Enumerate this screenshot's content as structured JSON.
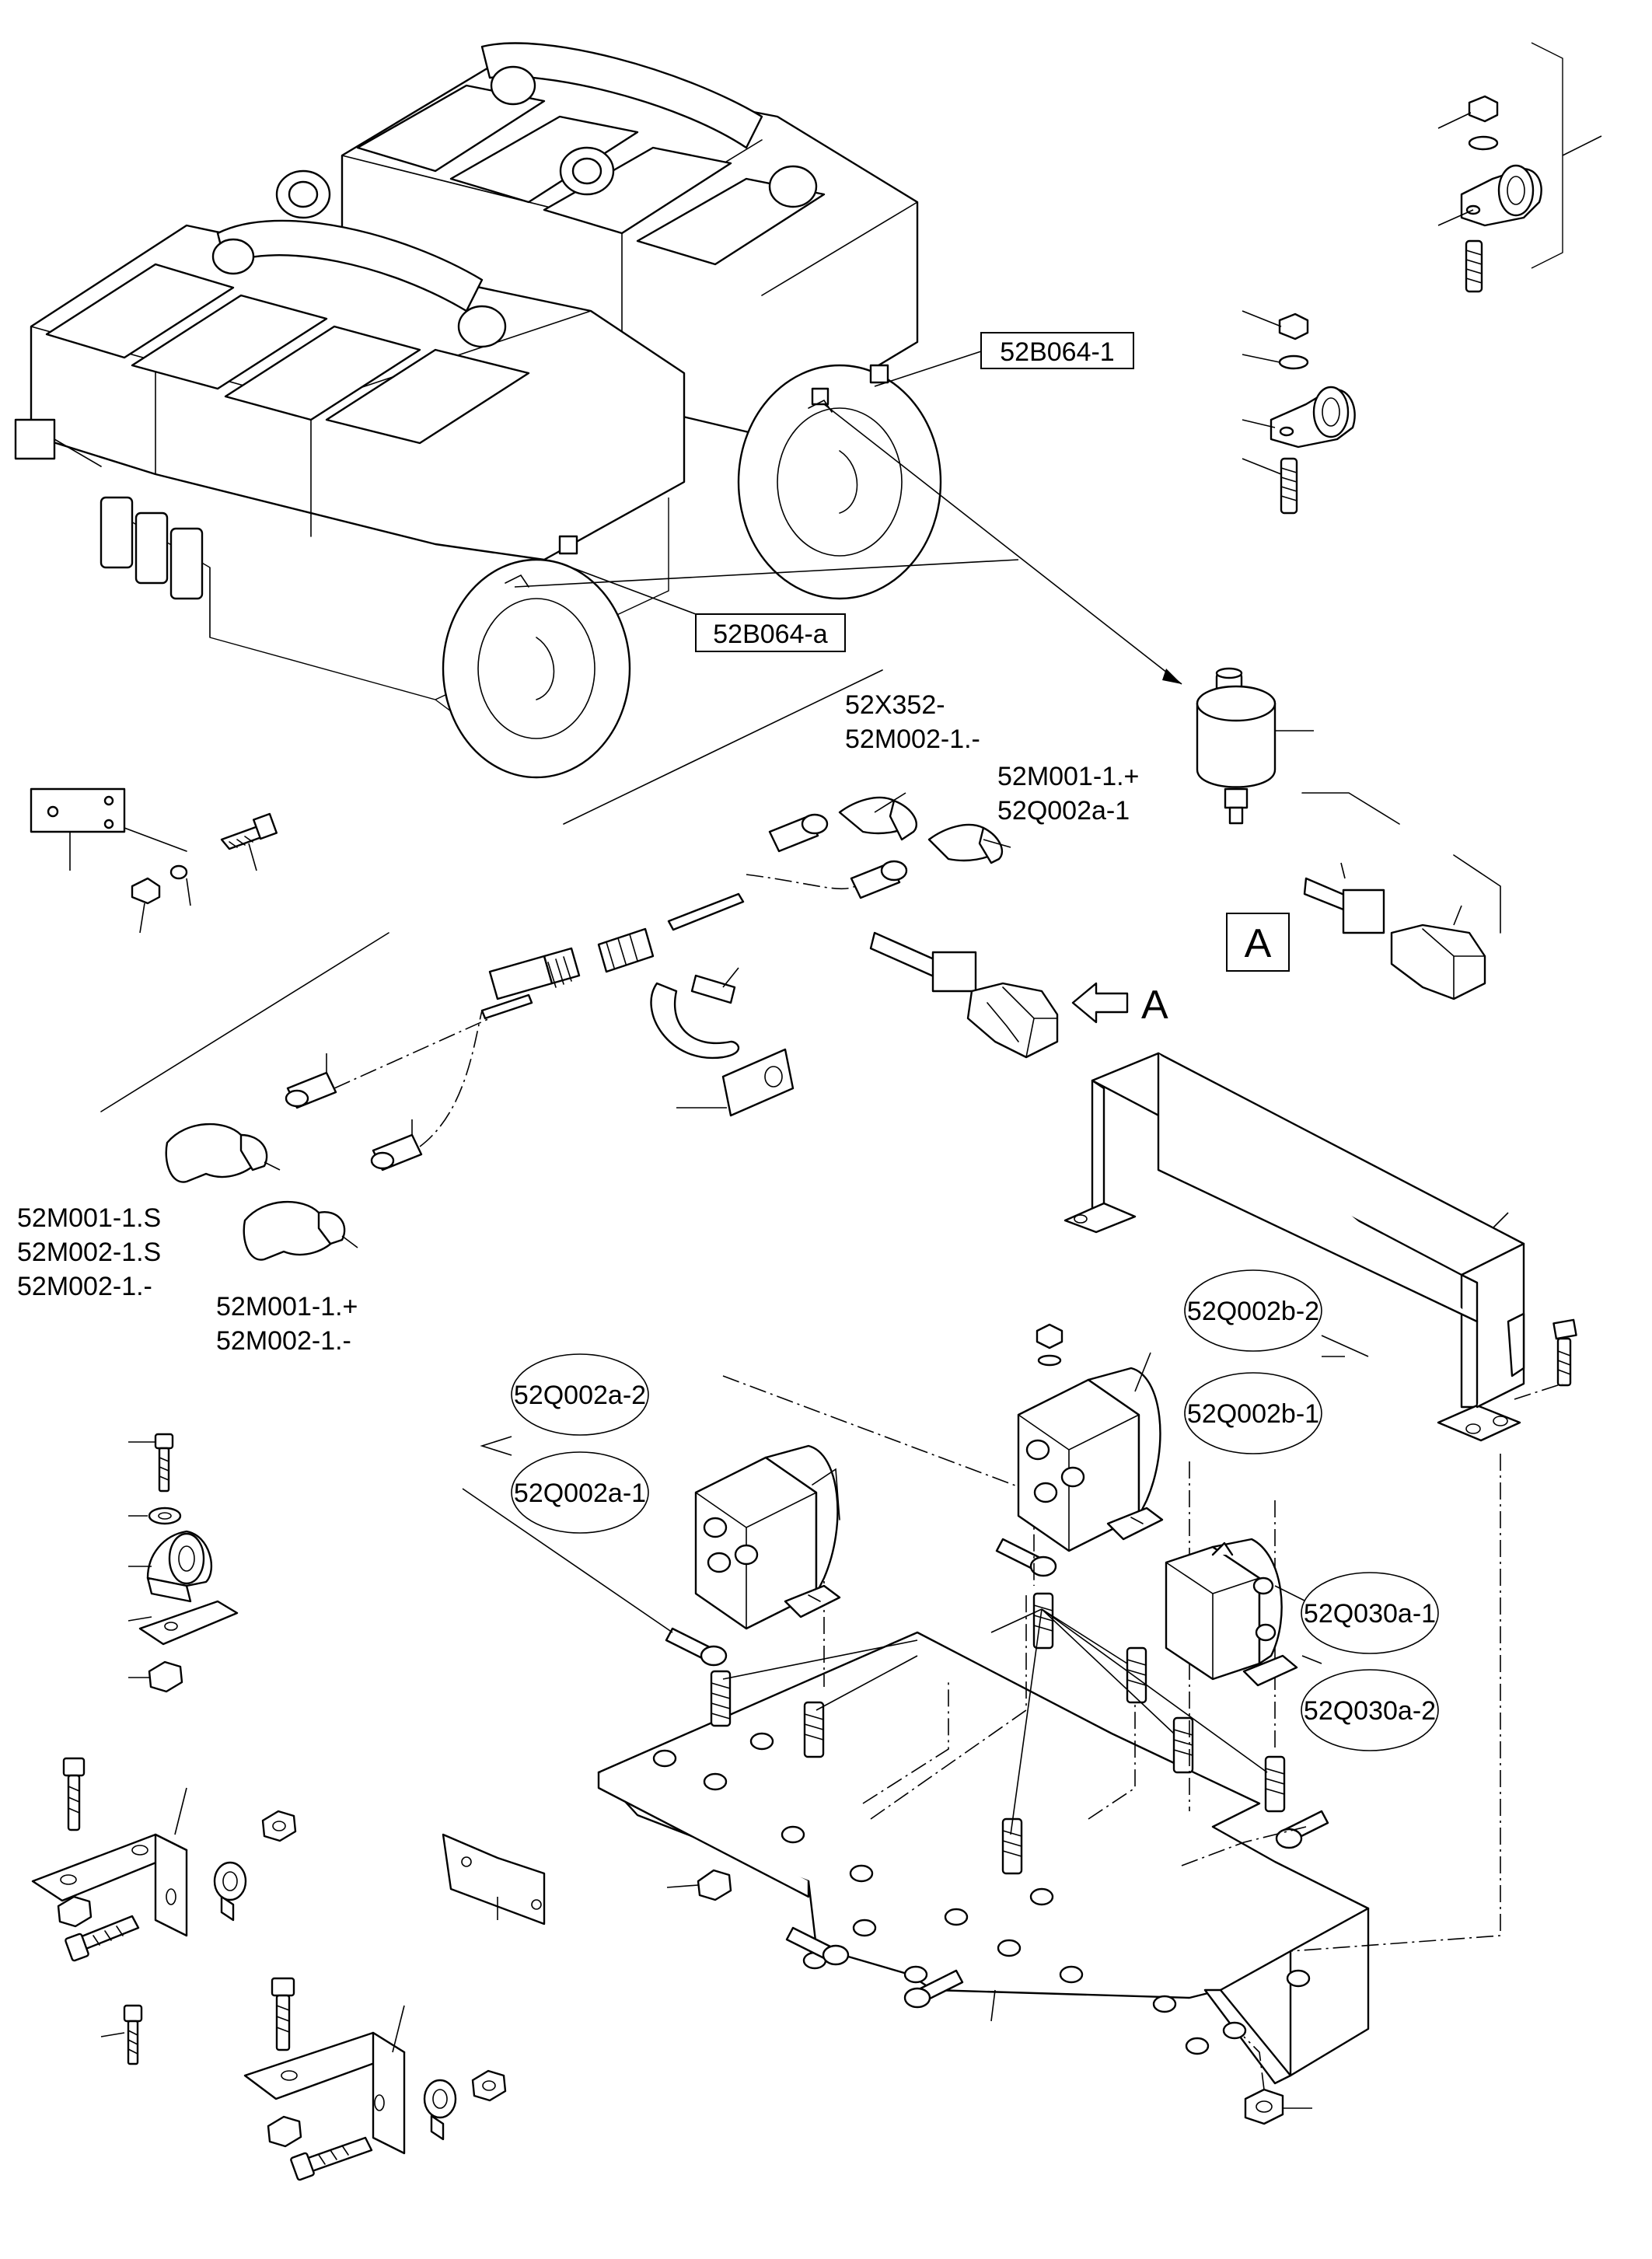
{
  "labels": {
    "sender_1": "52B064-1",
    "sender_a": "52B064-a",
    "cable_x352": "52X352-",
    "cable_m002_minus_top": "52M002-1.-",
    "cable_m001_plus_top": "52M001-1.+",
    "relay_q002a_1_top": "52Q002a-1",
    "cable_m001_s": "52M001-1.S",
    "cable_m002_s": "52M002-1.S",
    "cable_m002_minus_left": "52M002-1.-",
    "cable_m001_plus_bottom": "52M001-1.+",
    "cable_m002_minus_bottom": "52M002-1.-",
    "relay_q002b_2": "52Q002b-2",
    "relay_q002b_1": "52Q002b-1",
    "relay_q002a_2": "52Q002a-2",
    "relay_q002a_1": "52Q002a-1",
    "relay_q030a_1": "52Q030a-1",
    "relay_q030a_2": "52Q030a-2",
    "view_a_box": "A",
    "view_a_arrow": "A"
  }
}
